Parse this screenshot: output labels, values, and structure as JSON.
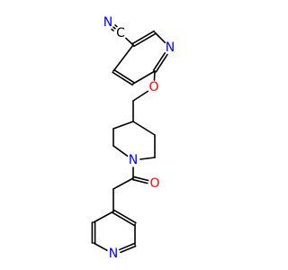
{
  "structure": {
    "colors": {
      "bond": "#000000",
      "N": "#0000FF",
      "O": "#FF0000",
      "C": "#000000"
    },
    "atoms": [
      {
        "id": "n_nitrile",
        "label": "N",
        "element": "N"
      },
      {
        "id": "c_nitrile",
        "label": "C",
        "element": "C"
      },
      {
        "id": "n_pyridine_top",
        "label": "N",
        "element": "N"
      },
      {
        "id": "o_ether",
        "label": "O",
        "element": "O"
      },
      {
        "id": "n_piperidine",
        "label": "N",
        "element": "N"
      },
      {
        "id": "o_carbonyl",
        "label": "O",
        "element": "O"
      },
      {
        "id": "n_pyridine_bottom",
        "label": "N",
        "element": "N"
      }
    ]
  }
}
